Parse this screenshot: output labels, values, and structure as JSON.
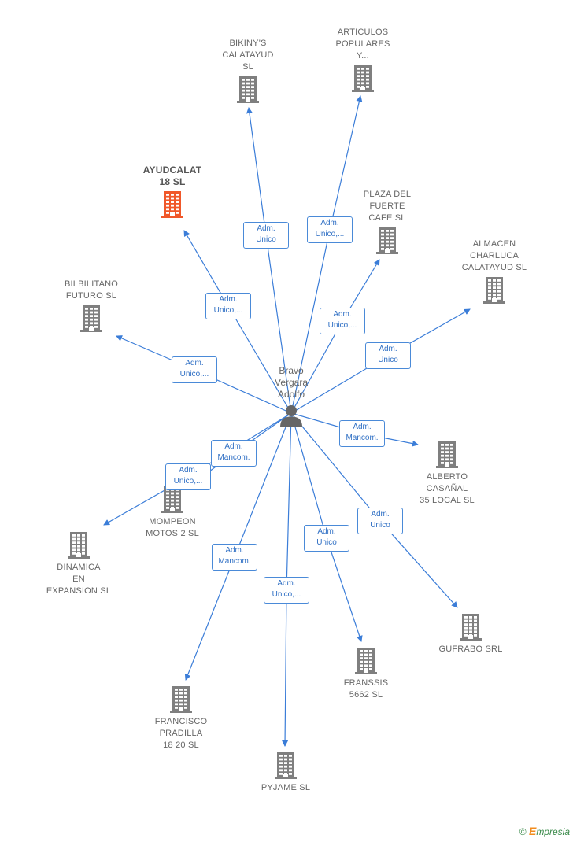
{
  "person": {
    "name": "Bravo\nVergara\nAdolfo"
  },
  "colors": {
    "building": "#7f7f7f",
    "building_highlight": "#f0582a",
    "edge": "#3b7dd8",
    "person": "#666666"
  },
  "icons": {
    "company": "building-icon",
    "person": "person-icon",
    "copyright": "copyright-icon"
  },
  "companies": [
    {
      "id": "bikinys",
      "label": "BIKINY'S\nCALATAYUD\nSL",
      "role": "Adm.\nUnico"
    },
    {
      "id": "articulos",
      "label": "ARTICULOS\nPOPULARES\nY...",
      "role": "Adm.\nUnico,..."
    },
    {
      "id": "ayudcalat",
      "label": "AYUDCALAT\n18  SL",
      "role": "Adm.\nUnico,...",
      "highlight": true
    },
    {
      "id": "plaza",
      "label": "PLAZA DEL\nFUERTE\nCAFE  SL",
      "role": "Adm.\nUnico,..."
    },
    {
      "id": "almacen",
      "label": "ALMACEN\nCHARLUCA\nCALATAYUD SL",
      "role": "Adm.\nUnico"
    },
    {
      "id": "bilbilitano",
      "label": "BILBILITANO\nFUTURO  SL",
      "role": "Adm.\nUnico,..."
    },
    {
      "id": "alberto",
      "label": "ALBERTO\nCASAÑAL\n35 LOCAL  SL",
      "role": "Adm.\nMancom."
    },
    {
      "id": "mompeon",
      "label": "MOMPEON\nMOTOS 2  SL",
      "role": "Adm.\nMancom."
    },
    {
      "id": "dinamica",
      "label": "DINAMICA\nEN\nEXPANSION  SL",
      "role": "Adm.\nUnico,..."
    },
    {
      "id": "gufrabo",
      "label": "GUFRABO SRL",
      "role": "Adm.\nUnico"
    },
    {
      "id": "franssis",
      "label": "FRANSSIS\n5662  SL",
      "role": "Adm.\nUnico"
    },
    {
      "id": "francisco",
      "label": "FRANCISCO\nPRADILLA\n18 20  SL",
      "role": "Adm.\nMancom."
    },
    {
      "id": "pyjame",
      "label": "PYJAME SL",
      "role": "Adm.\nUnico,..."
    }
  ],
  "footer": {
    "copyright": "©",
    "brand_initial": "E",
    "brand_rest": "mpresia"
  }
}
